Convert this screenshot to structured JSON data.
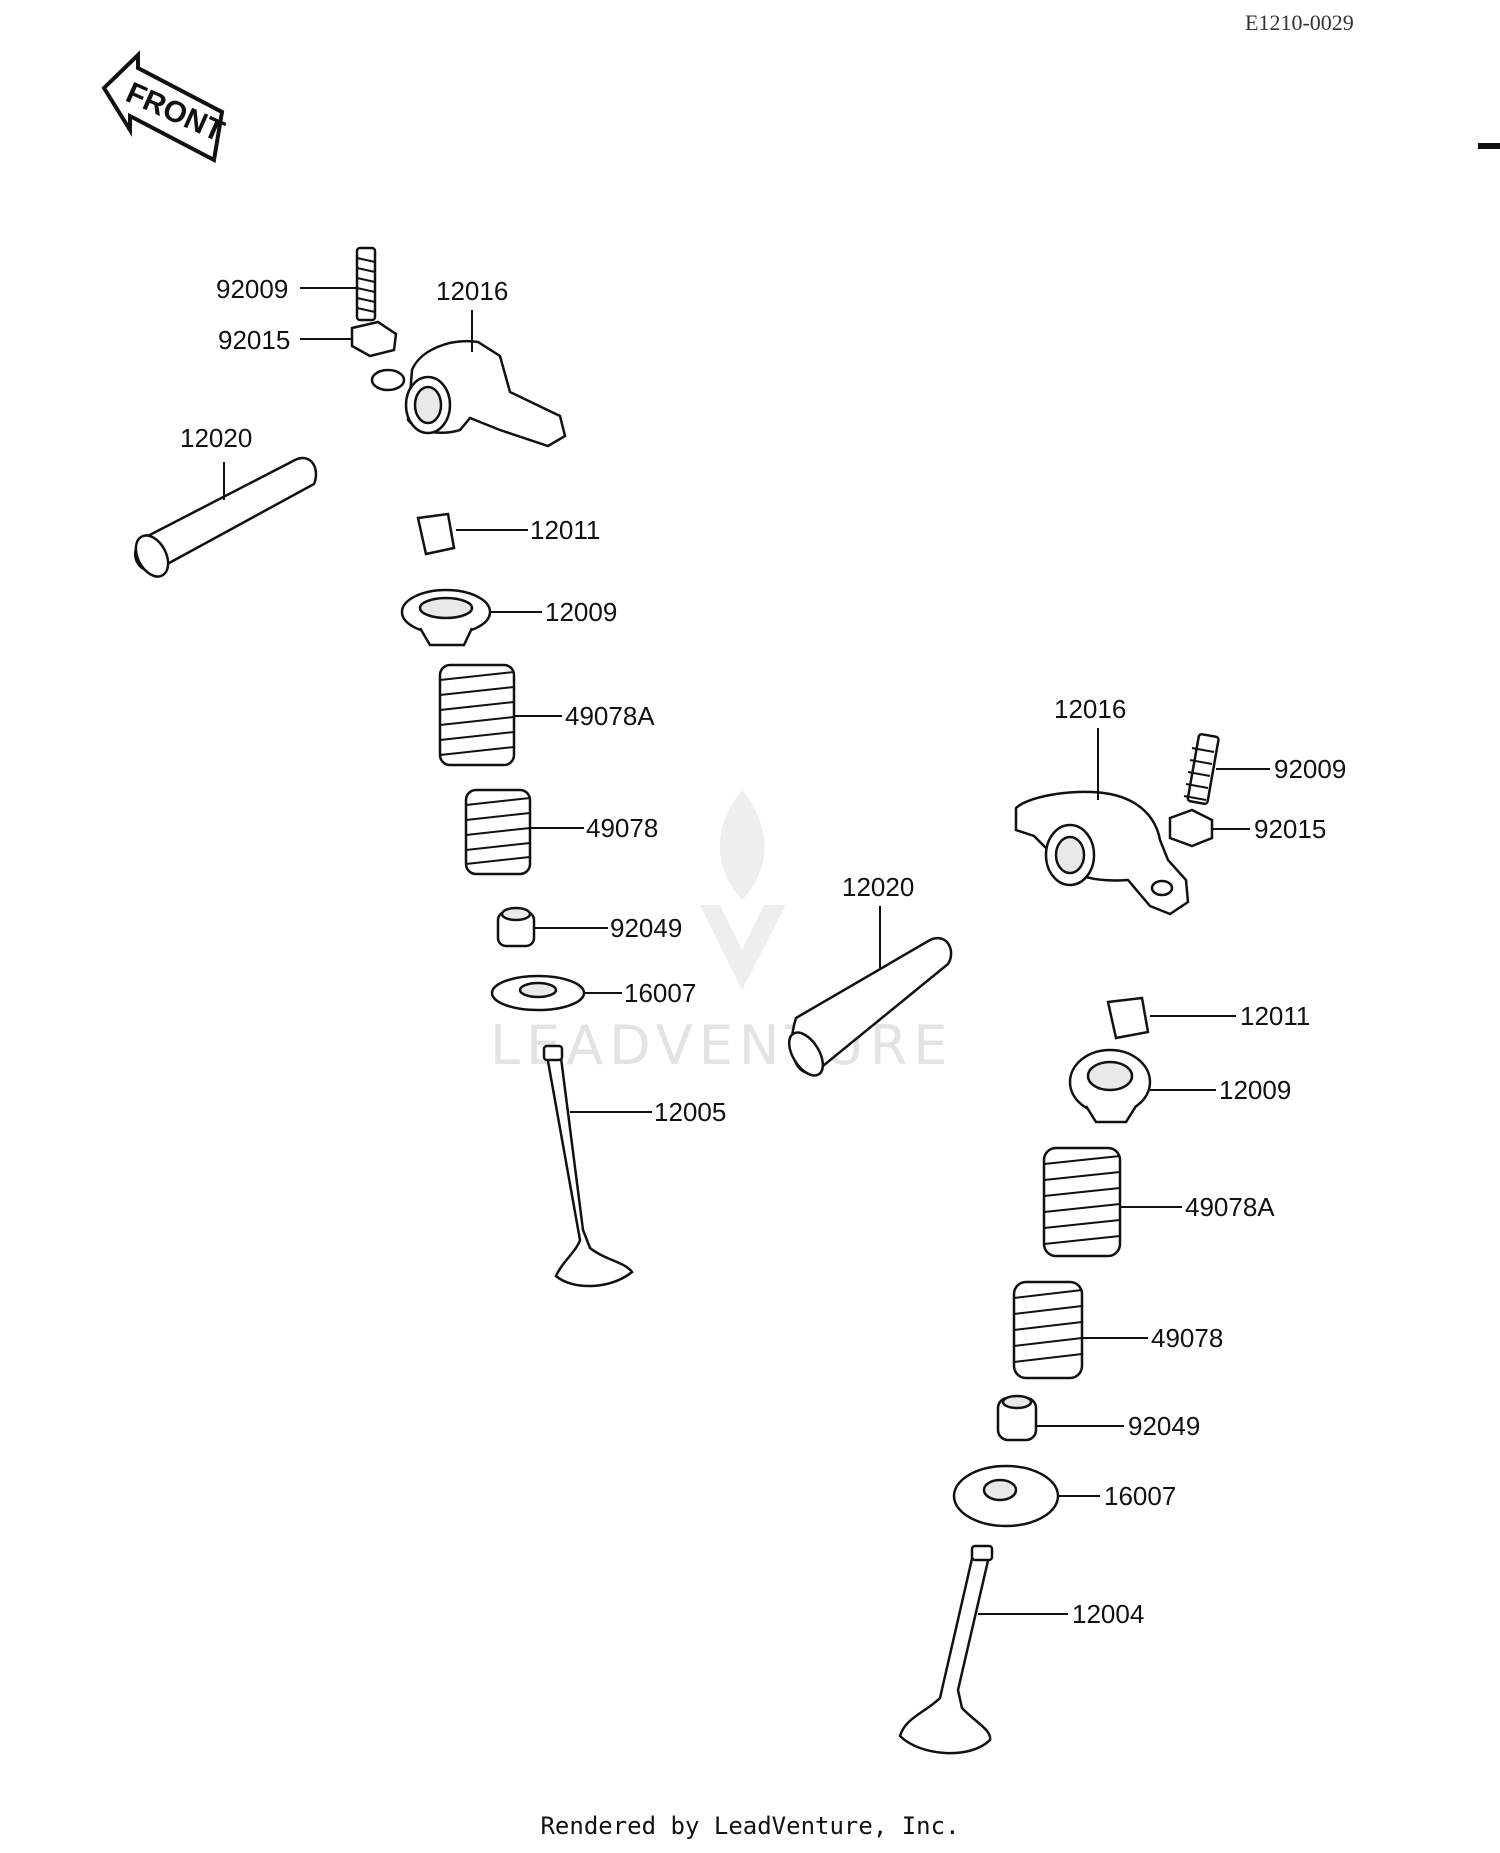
{
  "diagram_code": "E1210-0029",
  "front_label": "FRONT",
  "watermark": {
    "text": "LEADVENTURE"
  },
  "footer": "Rendered by LeadVenture, Inc.",
  "callouts": {
    "left": {
      "adjusting_screw": "92009",
      "nut": "92015",
      "rocker_arm": "12016",
      "rocker_shaft": "12020",
      "cotter": "12011",
      "retainer": "12009",
      "outer_spring": "49078A",
      "inner_spring": "49078",
      "stem_seal": "92049",
      "spring_seat": "16007",
      "valve": "12005"
    },
    "right": {
      "rocker_arm": "12016",
      "adjusting_screw": "92009",
      "nut": "92015",
      "rocker_shaft": "12020",
      "cotter": "12011",
      "retainer": "12009",
      "outer_spring": "49078A",
      "inner_spring": "49078",
      "stem_seal": "92049",
      "spring_seat": "16007",
      "valve": "12004"
    }
  }
}
